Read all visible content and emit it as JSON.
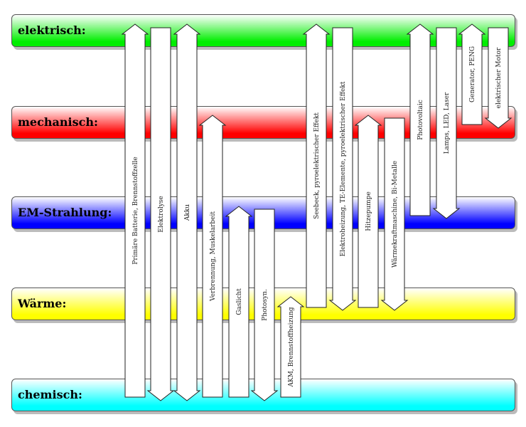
{
  "bands": [
    {
      "label": "elektrisch:",
      "color": "#00ee00"
    },
    {
      "label": "mechanisch:",
      "color": "#ff0000"
    },
    {
      "label": "EM-Strahlung:",
      "color": "#0000ff"
    },
    {
      "label": "Wärme:",
      "color": "#ffff00"
    },
    {
      "label": "chemisch:",
      "color": "#00ffff"
    }
  ],
  "arrows": [
    {
      "label": "Primäre Batterie, Brennstoffzelle",
      "from": "chemisch",
      "to": "elektrisch",
      "direction": "up"
    },
    {
      "label": "Elektrolyse",
      "from": "elektrisch",
      "to": "chemisch",
      "direction": "down"
    },
    {
      "label": "Akku",
      "from": "chemisch",
      "to": "elektrisch",
      "direction": "both"
    },
    {
      "label": "Verbrennung, Muskelarbeit",
      "from": "chemisch",
      "to": "mechanisch",
      "direction": "up"
    },
    {
      "label": "Gaslicht",
      "from": "chemisch",
      "to": "EM-Strahlung",
      "direction": "up"
    },
    {
      "label": "Photosyn.",
      "from": "EM-Strahlung",
      "to": "chemisch",
      "direction": "down"
    },
    {
      "label": "AKM, Brennstoffheizung",
      "from": "chemisch",
      "to": "Wärme",
      "direction": "up"
    },
    {
      "label": "Seebeck, pyroelektrischer Effekt",
      "from": "Wärme",
      "to": "elektrisch",
      "direction": "up"
    },
    {
      "label": "Elektroheizung, TE-Elemente, pyroelektrischer Effekt",
      "from": "elektrisch",
      "to": "Wärme",
      "direction": "down"
    },
    {
      "label": "Hitzepumpe",
      "from": "Wärme",
      "to": "mechanisch",
      "direction": "up"
    },
    {
      "label": "Wärmekraftmaschine, Bi-Metalle",
      "from": "mechanisch",
      "to": "Wärme",
      "direction": "down"
    },
    {
      "label": "Photovoltaic",
      "from": "EM-Strahlung",
      "to": "elektrisch",
      "direction": "up"
    },
    {
      "label": "Lamps, LED, Laser",
      "from": "elektrisch",
      "to": "EM-Strahlung",
      "direction": "down"
    },
    {
      "label": "Generator, PENG",
      "from": "mechanisch",
      "to": "elektrisch",
      "direction": "up"
    },
    {
      "label": "elektrischer Motor",
      "from": "elektrisch",
      "to": "mechanisch",
      "direction": "down"
    }
  ]
}
